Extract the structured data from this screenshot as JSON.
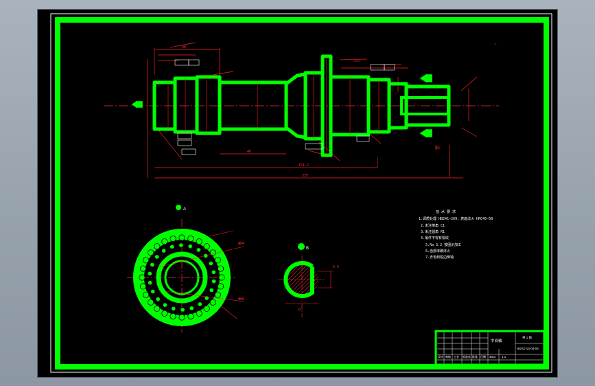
{
  "drawing": {
    "colors": {
      "background": "#000000",
      "frame": "#00ff00",
      "dimension": "#ff2020",
      "text": "#ffffff",
      "centerline": "#ff3030",
      "hatch": "#ff3030",
      "tag": "#ff00ff"
    },
    "section_labels": {
      "section_a": "A",
      "section_b": "B"
    },
    "dimensions": {
      "overall_length": "335",
      "length_1": "151.2",
      "length_2": "48",
      "length_3": "65",
      "length_4": "30",
      "gear_od": "Φ84",
      "gear_pcd": "Φ66",
      "keyway_depth": "5.5",
      "keyway_width": "12"
    },
    "notes": {
      "title": "技 术 要 求",
      "lines": [
        "1.调质处理 HB241~269，表面淬火 HRC45~50",
        "2.未注倒角 C1",
        "3.未注圆角 R1",
        "4.锻件不得有裂纹",
        "5.Ra 3.2 按图示加工",
        "6.齿部渗碳淬火",
        "7.去毛刺锐边倒钝"
      ]
    },
    "title_block": {
      "part_name": "中间轴",
      "drawing_no": "HDXZ-13-04-04",
      "material": "40Cr",
      "scale": "1:1",
      "sheet": "共 1 张",
      "label_designer": "设计",
      "label_checker": "审核",
      "label_process": "工艺",
      "label_standard": "标准化",
      "label_approve": "批准",
      "label_date": "日期"
    }
  }
}
